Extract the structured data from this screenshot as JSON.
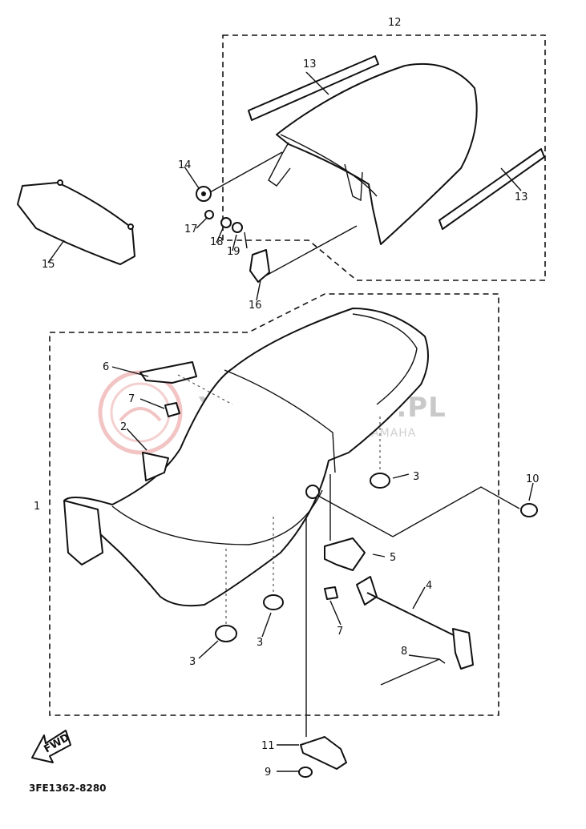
{
  "diagram": {
    "code": "3FE1362-8280",
    "fwd_label": "FWD",
    "watermark": {
      "title": "YAMA-SKLEP.PL",
      "subtitle": "WOJCIECHOWSKI DEALER YAMAHA"
    },
    "callouts": {
      "c1": "1",
      "c2": "2",
      "c3a": "3",
      "c3b": "3",
      "c3c": "3",
      "c4": "4",
      "c5": "5",
      "c6": "6",
      "c7a": "7",
      "c7b": "7",
      "c8": "8",
      "c9": "9",
      "c10": "10",
      "c11": "11",
      "c12": "12",
      "c13a": "13",
      "c13b": "13",
      "c14": "14",
      "c15": "15",
      "c16": "16",
      "c17": "17",
      "c18": "18",
      "c19": "19"
    }
  }
}
